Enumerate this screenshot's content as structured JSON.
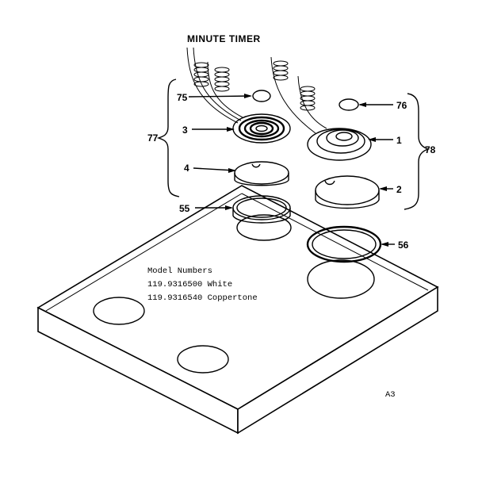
{
  "header": {
    "title": "MINUTE TIMER"
  },
  "parts": [
    {
      "id": "75",
      "name": "part-75"
    },
    {
      "id": "77",
      "name": "part-77"
    },
    {
      "id": "3",
      "name": "part-3"
    },
    {
      "id": "4",
      "name": "part-4"
    },
    {
      "id": "55",
      "name": "part-55"
    },
    {
      "id": "76",
      "name": "part-76"
    },
    {
      "id": "1",
      "name": "part-1"
    },
    {
      "id": "78",
      "name": "part-78"
    },
    {
      "id": "2",
      "name": "part-2"
    },
    {
      "id": "56",
      "name": "part-56"
    }
  ],
  "model_info": {
    "heading": "Model Numbers",
    "line1": "119.9316500 White",
    "line2": "119.9316540 Coppertone"
  },
  "footer": {
    "page_code": "A3"
  }
}
